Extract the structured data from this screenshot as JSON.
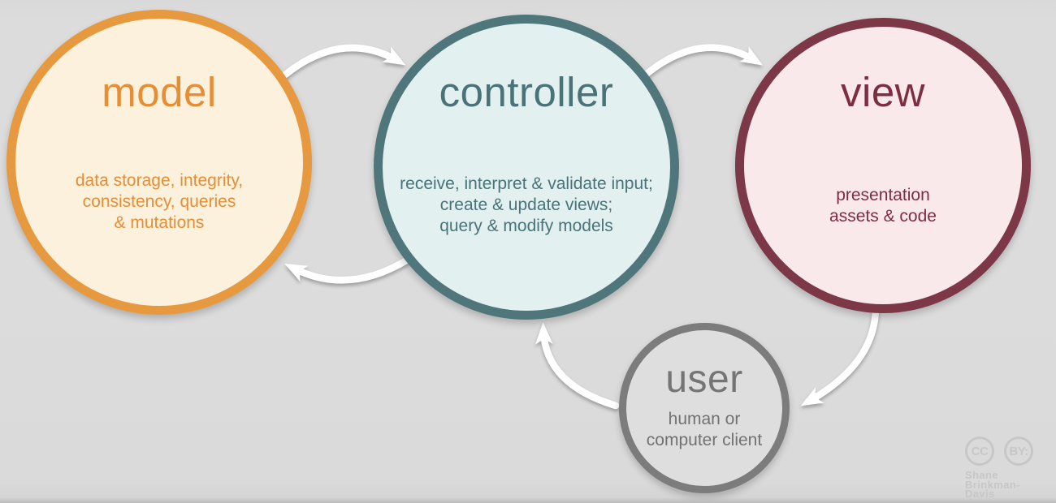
{
  "diagram": {
    "background_color": "#dbdbdb",
    "arrow_color": "#ffffff"
  },
  "nodes": {
    "model": {
      "title": "model",
      "body": "data storage, integrity,\nconsistency, queries\n& mutations",
      "border_color": "#e6993f",
      "fill_color": "#fbf1dd",
      "text_color": "#e78e35"
    },
    "controller": {
      "title": "controller",
      "body": "receive, interpret & validate input;\ncreate & update views;\nquery & modify models",
      "border_color": "#4e767b",
      "fill_color": "#e2f0ef",
      "text_color": "#497379"
    },
    "view": {
      "title": "view",
      "body": "presentation\nassets & code",
      "border_color": "#7c3846",
      "fill_color": "#f9e9eb",
      "text_color": "#7d2e41"
    },
    "user": {
      "title": "user",
      "body": "human or\ncomputer client",
      "border_color": "#7c7c7c",
      "fill_color": "#dedede",
      "text_color": "#727272"
    }
  },
  "arrows": [
    {
      "from": "model",
      "to": "controller"
    },
    {
      "from": "controller",
      "to": "view"
    },
    {
      "from": "controller",
      "to": "model"
    },
    {
      "from": "view",
      "to": "user"
    },
    {
      "from": "user",
      "to": "controller"
    }
  ],
  "attribution": {
    "cc_label": "CC",
    "by_label": "BY:",
    "author": "Shane\nBrinkman-Davis",
    "color": "#c7c7c7"
  }
}
